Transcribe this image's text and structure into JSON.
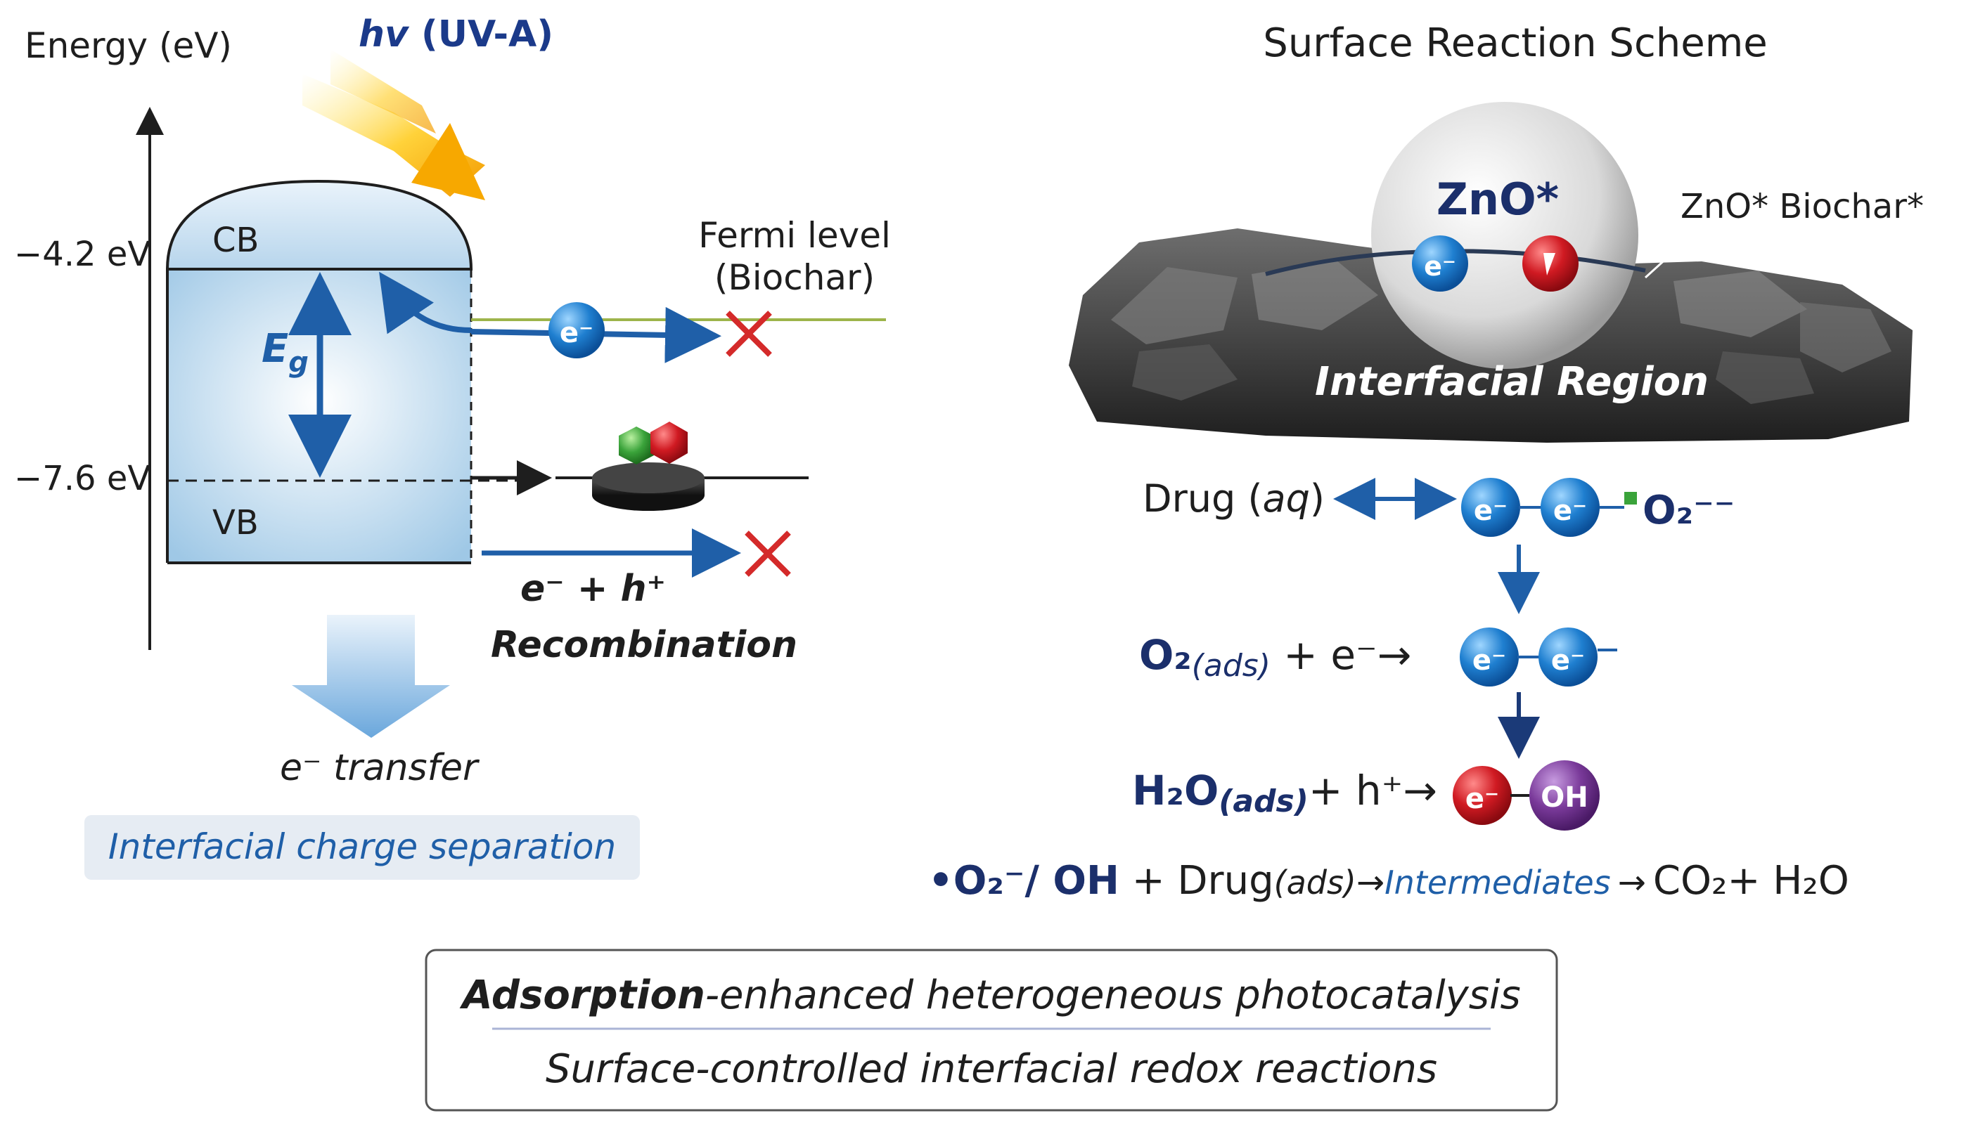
{
  "left": {
    "axis_label": "Energy (eV)",
    "light_label_hv": "hv",
    "light_label_uv": " (UV-A)",
    "cb_label": "CB",
    "vb_label": "VB",
    "cb_energy": "−4.2 eV",
    "vb_energy": "−7.6 eV",
    "gap_label": "E",
    "gap_sub": "g",
    "fermi_line1": "Fermi level",
    "fermi_line2": "(Biochar)",
    "electron": "e⁻",
    "recomb_formula": "e⁻ + h⁺",
    "recomb_label": "Recombination",
    "transfer_label": "e⁻ transfer",
    "separation_label": "Interfacial charge separation"
  },
  "right": {
    "title": "Surface Reaction Scheme",
    "particle_label": "ZnO*",
    "biochar_label": "ZnO* Biochar*",
    "region_label": "Interfacial Region",
    "electron": "e⁻",
    "row1": {
      "drug": "Drug (",
      "aq": "aq",
      "close": ")",
      "product": "O₂⁻⁻"
    },
    "row2": {
      "o2": "O₂",
      "ads": "(ads)",
      "rest": " + e⁻→"
    },
    "row3": {
      "h2o": "H₂O",
      "ads": "(ads)",
      "rest": "+ h⁺→",
      "oh": "OH"
    },
    "row4": {
      "radicals": "•O₂⁻/ OH",
      "plus_drug": " + Drug",
      "ads": "(ads)",
      "arrow1": "→",
      "intermediates": "Intermediates",
      "arrow2": "→",
      "products": "CO₂+ H₂O"
    }
  },
  "summary": {
    "bold_word": "Adsorption",
    "line1_rest": "-enhanced heterogeneous photocatalysis",
    "line2": "Surface-controlled interfacial redox reactions"
  },
  "colors": {
    "accent_blue": "#1f5fa8",
    "navy": "#1b2f6b",
    "cross_red": "#d42a2a",
    "hole_red": "#c8141e",
    "hole_purple": "#7a3a9a"
  }
}
